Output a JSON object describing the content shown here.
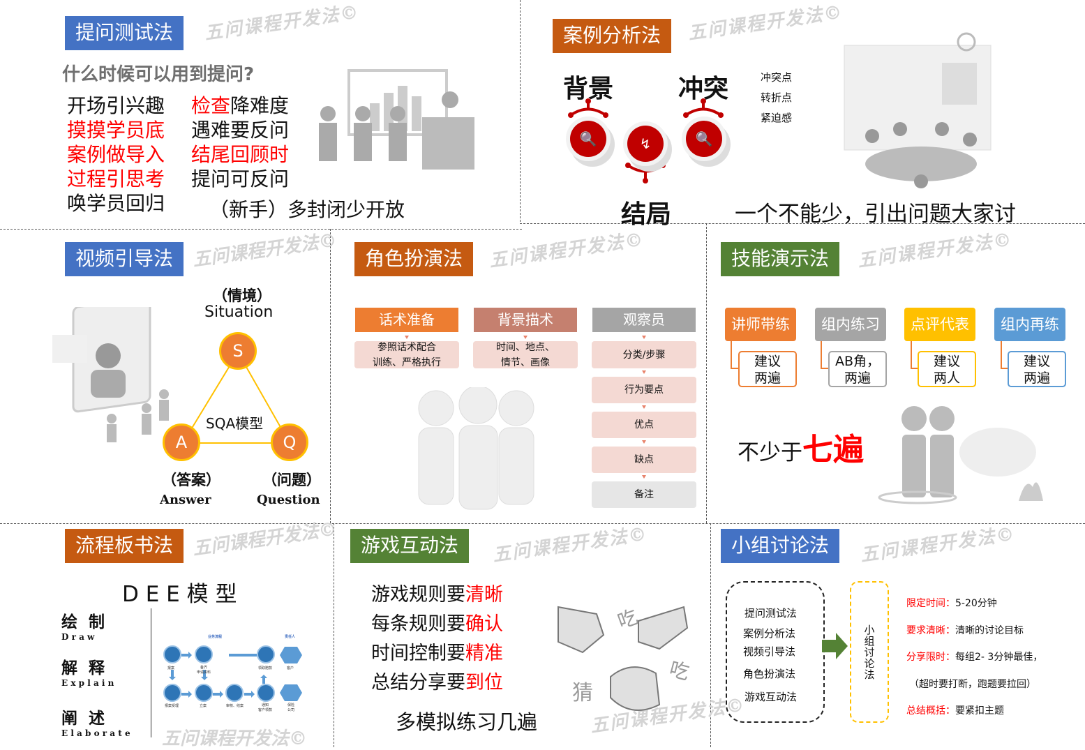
{
  "watermark": "五问课程开发法©",
  "colors": {
    "blue": "#4472C4",
    "orange": "#C55A11",
    "green": "#548235",
    "red": "#FF0000"
  },
  "questioning": {
    "title": "提问测试法",
    "question": "什么时候可以用到提问?",
    "col1": [
      {
        "text": "开场引兴趣",
        "red": false
      },
      {
        "text": "摸摸学员底",
        "red": true
      },
      {
        "text": "案例做导入",
        "red": true
      },
      {
        "text": "过程引思考",
        "red": true
      },
      {
        "text": "唤学员回归",
        "red": false
      }
    ],
    "col2": [
      {
        "red": "检查",
        "black": "降难度"
      },
      {
        "red": "",
        "black": "遇难要反问"
      },
      {
        "red": "结尾回顾时",
        "black": ""
      },
      {
        "red": "",
        "black": "提问可反问"
      }
    ],
    "note": "（新手）多封闭少开放"
  },
  "case": {
    "title": "案例分析法",
    "background": "背景",
    "conflict": "冲突",
    "ending": "结局",
    "points": [
      "冲突点",
      "转折点",
      "紧迫感"
    ],
    "note": "一个不能少，引出问题大家讨"
  },
  "video": {
    "title": "视频引导法",
    "s_cn": "（情境）",
    "s_en": "Situation",
    "s": "S",
    "a": "A",
    "q": "Q",
    "model": "SQA模型",
    "a_cn": "（答案）",
    "a_en": "Answer",
    "q_cn": "（问题）",
    "q_en": "Question"
  },
  "roleplay": {
    "title": "角色扮演法",
    "cols": [
      {
        "head": "话术准备",
        "body": "参照话术配合\n训练、严格执行"
      },
      {
        "head": "背景描术",
        "body": "时间、地点、\n情节、画像"
      },
      {
        "head": "观察员",
        "items": [
          "分类/步骤",
          "行为要点",
          "优点",
          "缺点",
          "备注"
        ]
      }
    ]
  },
  "skill": {
    "title": "技能演示法",
    "steps": [
      {
        "head": "讲师带练",
        "body": "建议\n两遍",
        "color": "#ED7D31"
      },
      {
        "head": "组内练习",
        "body": "AB角，\n两遍",
        "color": "#A5A5A5"
      },
      {
        "head": "点评代表",
        "body": "建议\n两人",
        "color": "#FFC000"
      },
      {
        "head": "组内再练",
        "body": "建议\n两遍",
        "color": "#5B9BD5"
      }
    ],
    "prefix": "不少于",
    "emph": "七遍"
  },
  "flow": {
    "title": "流程板书法",
    "model": "D E E 模 型",
    "items": [
      {
        "cn": "绘  制",
        "en": "D r a w"
      },
      {
        "cn": "解  释",
        "en": "E x p l a i n"
      },
      {
        "cn": "阐  述",
        "en": "E l a b o r a t e"
      }
    ],
    "diagram": {
      "title": "业务流程",
      "owner": "责任人",
      "nodes": [
        "报案",
        "备齐\n申请资料",
        "领取赔款",
        "客户",
        "报案受理",
        "立案",
        "审核、结案",
        "通知\n客户领款",
        "保险\n公司"
      ]
    }
  },
  "game": {
    "title": "游戏互动法",
    "rules": [
      {
        "black": "游戏规则要",
        "red": "清晰"
      },
      {
        "black": "每条规则要",
        "red": "确认"
      },
      {
        "black": "时间控制要",
        "red": "精准"
      },
      {
        "black": "总结分享要",
        "red": "到位"
      }
    ],
    "note": "多模拟练习几遍",
    "art": [
      "猜",
      "吃",
      "吃"
    ]
  },
  "group": {
    "title": "小组讨论法",
    "methods": [
      "提问测试法",
      "案例分析法",
      "视频引导法",
      "角色扮演法",
      "游戏互动法"
    ],
    "center": "小组讨论法",
    "rules": [
      {
        "label": "限定时间：",
        "text": "5-20分钟"
      },
      {
        "label": "要求清晰：",
        "text": "清晰的讨论目标"
      },
      {
        "label": "分享限时：",
        "text": "每组2- 3分钟最佳，"
      },
      {
        "label": "",
        "text": "（超时要打断，跑题要拉回）"
      },
      {
        "label": "总结概括：",
        "text": "要紧扣主题"
      }
    ]
  }
}
